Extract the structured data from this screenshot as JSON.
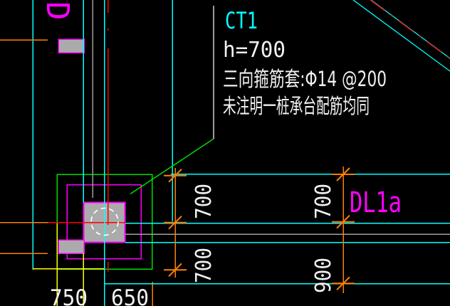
{
  "drawing": {
    "annotation": {
      "title": "CT1",
      "line1": "h=700",
      "line2": "三向箍筋套:Φ14 @200",
      "line3": "未注明一桩承台配筋均同"
    },
    "labels": {
      "beam_right": "DL1a",
      "beam_top_left_partial": "D"
    },
    "dimensions": {
      "left_upper": "700",
      "left_lower": "700",
      "right_upper": "700",
      "right_lower": "900",
      "bottom_left": "750",
      "bottom_right": "650"
    },
    "colors": {
      "background": "#000000",
      "cyan": "#00FFFF",
      "red": "#FF0000",
      "magenta": "#FF00FF",
      "green": "#00DC00",
      "yellow": "#FFFF00",
      "orange": "#FF8000",
      "gray_line": "#A0A0A0",
      "gray_fill": "#ABABAB",
      "white": "#F0F0F0"
    }
  }
}
